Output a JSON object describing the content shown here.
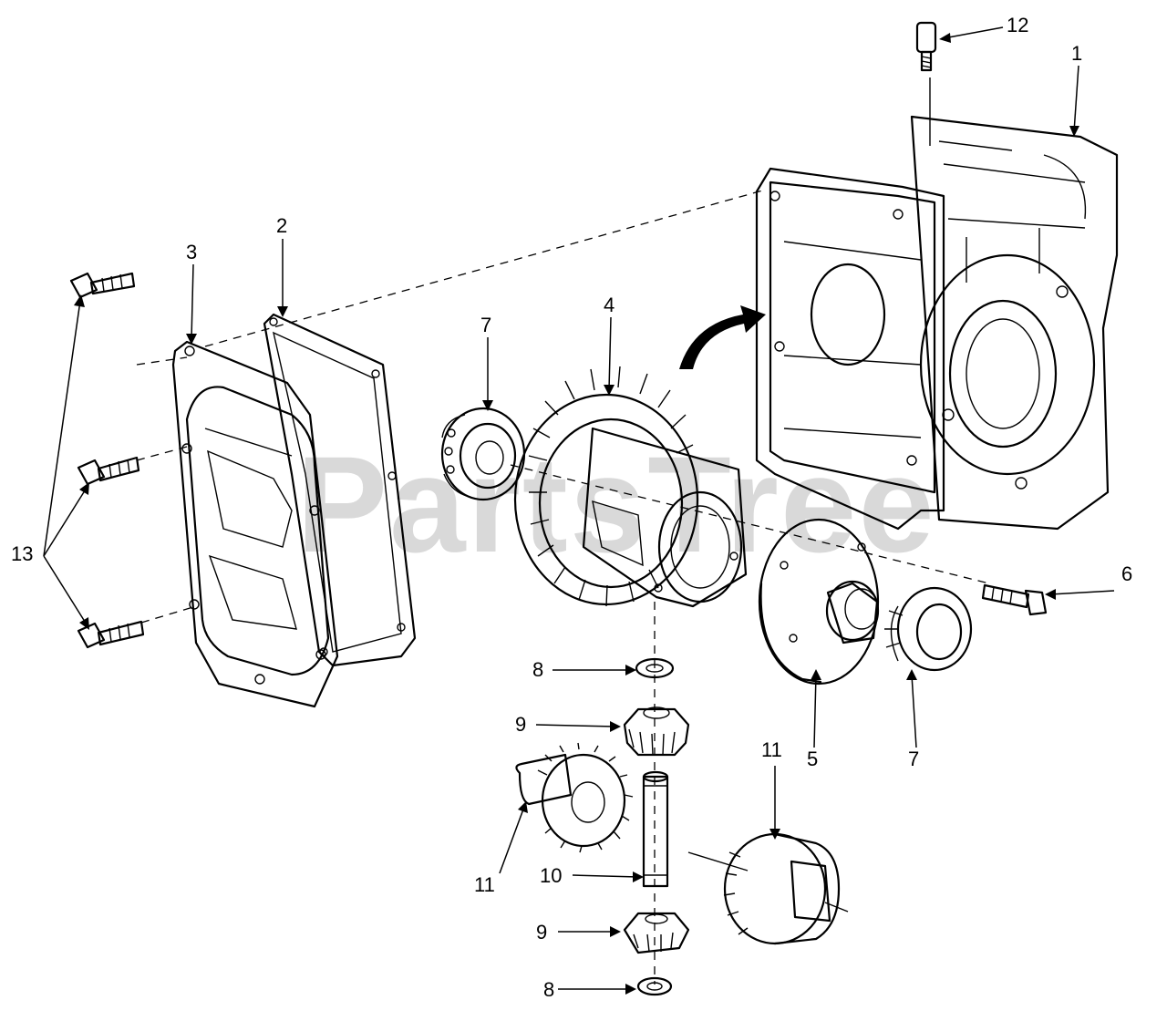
{
  "watermark": "PartsTree",
  "callouts": [
    {
      "id": "c1",
      "text": "1"
    },
    {
      "id": "c2",
      "text": "2"
    },
    {
      "id": "c3",
      "text": "3"
    },
    {
      "id": "c4",
      "text": "4"
    },
    {
      "id": "c5",
      "text": "5"
    },
    {
      "id": "c6",
      "text": "6"
    },
    {
      "id": "c7a",
      "text": "7"
    },
    {
      "id": "c7b",
      "text": "7"
    },
    {
      "id": "c8a",
      "text": "8"
    },
    {
      "id": "c8b",
      "text": "8"
    },
    {
      "id": "c9a",
      "text": "9"
    },
    {
      "id": "c9b",
      "text": "9"
    },
    {
      "id": "c10",
      "text": "10"
    },
    {
      "id": "c11a",
      "text": "11"
    },
    {
      "id": "c11b",
      "text": "11"
    },
    {
      "id": "c12",
      "text": "12"
    },
    {
      "id": "c13",
      "text": "13"
    }
  ]
}
